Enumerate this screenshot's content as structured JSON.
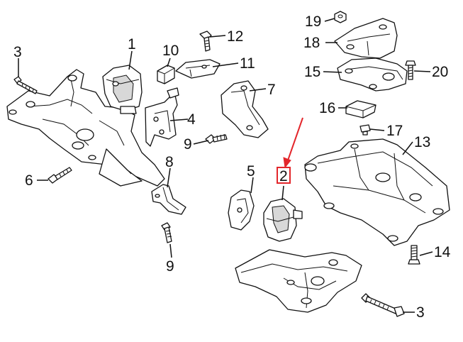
{
  "diagram": {
    "callouts": [
      {
        "id": "c1",
        "label": "1"
      },
      {
        "id": "c2",
        "label": "2"
      },
      {
        "id": "c3a",
        "label": "3"
      },
      {
        "id": "c3b",
        "label": "3"
      },
      {
        "id": "c4",
        "label": "4"
      },
      {
        "id": "c5",
        "label": "5"
      },
      {
        "id": "c6",
        "label": "6"
      },
      {
        "id": "c7",
        "label": "7"
      },
      {
        "id": "c8",
        "label": "8"
      },
      {
        "id": "c9a",
        "label": "9"
      },
      {
        "id": "c9b",
        "label": "9"
      },
      {
        "id": "c10",
        "label": "10"
      },
      {
        "id": "c11",
        "label": "11"
      },
      {
        "id": "c12",
        "label": "12"
      },
      {
        "id": "c13",
        "label": "13"
      },
      {
        "id": "c14",
        "label": "14"
      },
      {
        "id": "c15",
        "label": "15"
      },
      {
        "id": "c16",
        "label": "16"
      },
      {
        "id": "c17",
        "label": "17"
      },
      {
        "id": "c18",
        "label": "18"
      },
      {
        "id": "c19",
        "label": "19"
      },
      {
        "id": "c20",
        "label": "20"
      }
    ],
    "highlight": {
      "label": "2",
      "color": "#e3262b"
    },
    "colors": {
      "ink": "#111111",
      "highlight": "#e3262b",
      "background": "#ffffff"
    }
  }
}
